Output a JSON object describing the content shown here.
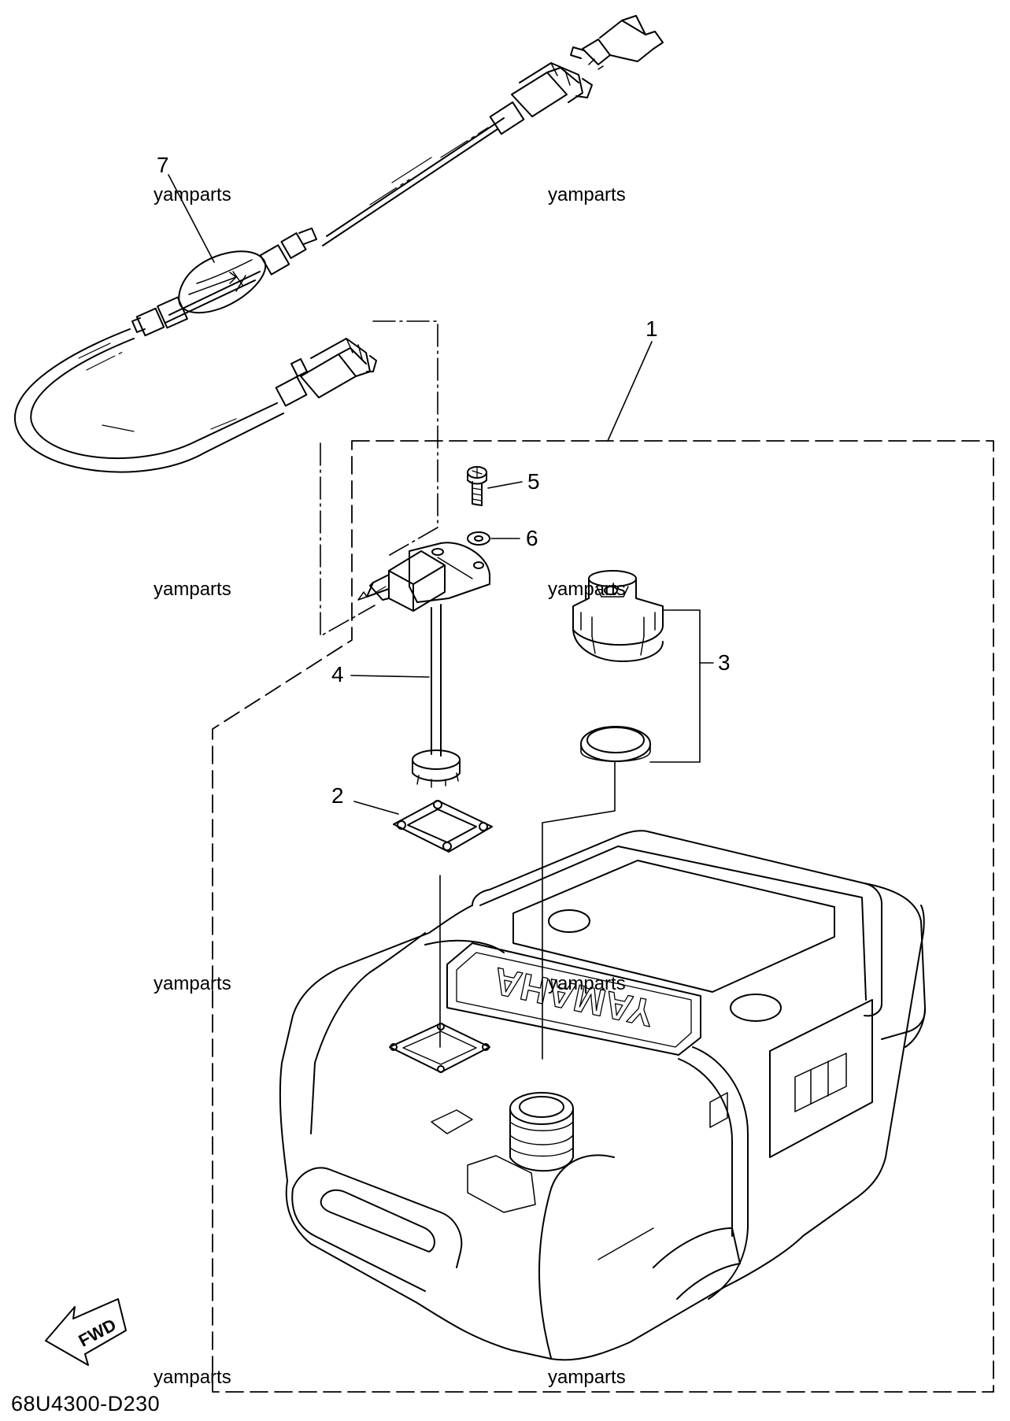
{
  "document_id": "68U4300-D230",
  "watermark": "yamparts",
  "fwd_label": "FWD",
  "tank_brand": "YAMAHA",
  "callouts": [
    {
      "id": "1",
      "label": "1"
    },
    {
      "id": "2",
      "label": "2"
    },
    {
      "id": "3",
      "label": "3"
    },
    {
      "id": "4",
      "label": "4"
    },
    {
      "id": "5",
      "label": "5"
    },
    {
      "id": "6",
      "label": "6"
    },
    {
      "id": "7",
      "label": "7"
    }
  ],
  "parts": [
    {
      "number": "1",
      "component": "fuel-tank-assembly"
    },
    {
      "number": "2",
      "component": "gasket"
    },
    {
      "number": "3",
      "component": "cap-and-seal-ring"
    },
    {
      "number": "4",
      "component": "fuel-pickup-joint"
    },
    {
      "number": "5",
      "component": "screw"
    },
    {
      "number": "6",
      "component": "washer"
    },
    {
      "number": "7",
      "component": "fuel-hose-primer-bulb"
    }
  ]
}
